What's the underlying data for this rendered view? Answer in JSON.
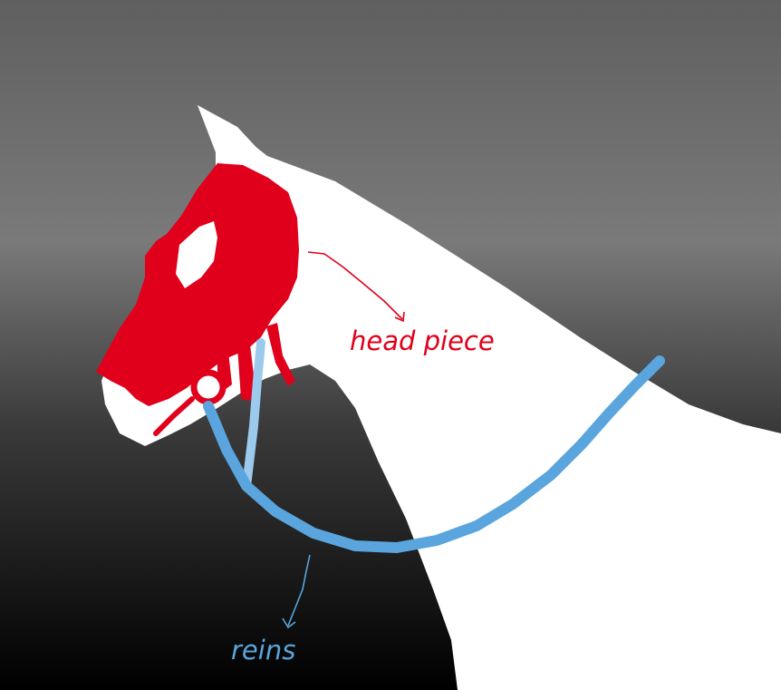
{
  "labels": {
    "head_piece": "head piece",
    "reins": "reins"
  },
  "colors": {
    "head_piece": "#e0001b",
    "reins": "#5aa5dd",
    "reins_light": "#9ccaed",
    "horse": "#ffffff",
    "background_top": "#6f6f6f",
    "background_bottom": "#000000"
  },
  "icons": {
    "horse": "horse-head-silhouette",
    "bridle": "bridle-head-piece",
    "reins": "reins-strap",
    "ring": "bit-ring"
  }
}
